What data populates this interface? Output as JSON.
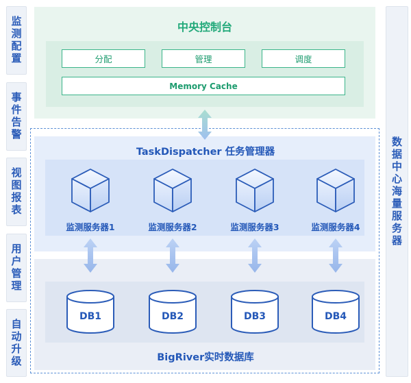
{
  "left_nav": [
    {
      "label": "监测配置"
    },
    {
      "label": "事件告警"
    },
    {
      "label": "视图报表"
    },
    {
      "label": "用户管理"
    },
    {
      "label": "自动升级"
    }
  ],
  "right_label": "数据中心海量服务器",
  "console": {
    "title": "中央控制台",
    "boxes": [
      "分配",
      "管理",
      "调度"
    ],
    "cache": "Memory Cache"
  },
  "task": {
    "title": "TaskDispatcher 任务管理器",
    "servers": [
      "监测服务器1",
      "监测服务器2",
      "监测服务器3",
      "监测服务器4"
    ]
  },
  "db": {
    "databases": [
      "DB1",
      "DB2",
      "DB3",
      "DB4"
    ],
    "caption": "BigRiver实时数据库"
  },
  "colors": {
    "green_accent": "#22a97a",
    "blue_accent": "#2458b8",
    "arrow": "#a9c4f0"
  },
  "icons": [
    "cube-icon",
    "database-cylinder-icon",
    "double-arrow-icon"
  ]
}
